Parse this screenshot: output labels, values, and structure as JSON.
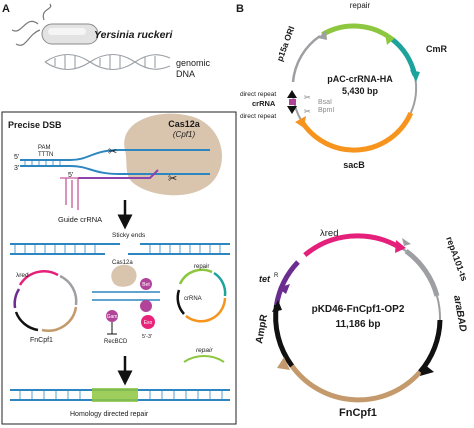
{
  "panel_a": {
    "label": "A",
    "organism": "Yersinia ruckeri",
    "dna_label_1": "genomic",
    "dna_label_2": "DNA",
    "box_title": "Precise DSB",
    "cas_label": "Cas12a",
    "cas_sub": "(Cpf1)",
    "pam_label": "PAM",
    "pam_seq": "TTTN",
    "strand_5_top": "5'",
    "strand_3_top": "3'",
    "strand_5_low": "5'",
    "guide_label": "Guide crRNA",
    "sticky_label": "Sticky ends",
    "mini_lambda": "λred",
    "mini_fncpf1": "FnCpf1",
    "mini_cas12a": "Cas12a",
    "mini_bet": "Bet",
    "mini_gam": "Gam",
    "mini_exo": "Exo",
    "mini_exo_dir": "5'-3'",
    "mini_recbcd": "RecBCD",
    "mini_crrna": "crRNA",
    "mini_repair_plasmid": "repair",
    "repair_template": "repair",
    "hdr_label": "Homology directed repair"
  },
  "panel_b": {
    "label": "B",
    "plasmid1": {
      "name": "pAC-crRNA-HA",
      "size": "5,430 bp",
      "repair": "repair",
      "cmr": "CmR",
      "ori": "p15a ORI",
      "direct_repeat_top": "direct repeat",
      "crrna": "crRNA",
      "direct_repeat_bottom": "direct repeat",
      "bsai": "BsaI",
      "bpmi": "BpmI",
      "sacb": "sacB"
    },
    "plasmid2": {
      "name": "pKD46-FnCpf1-OP2",
      "size": "11,186 bp",
      "lambda_red": "λred",
      "repa": "repA101-ts",
      "tet": "tet",
      "tet_sup": "R",
      "ampr": "AmpR",
      "arabad": "araBAD",
      "fncpf1": "FnCpf1"
    }
  },
  "colors": {
    "repair": "#8dc63f",
    "cmr": "#1ba39c",
    "sacb": "#f7941d",
    "backbone": "#9d9fa2",
    "lambda_red": "#e5207b",
    "tet": "#6b2d8f",
    "fncpf1": "#c49a6c",
    "black": "#111111",
    "cas12a": "#d9c4ae",
    "dna_blue": "#2e86c1",
    "guide_rna": "#c8579a",
    "exo": "#e8247a",
    "gam": "#b1449a"
  }
}
